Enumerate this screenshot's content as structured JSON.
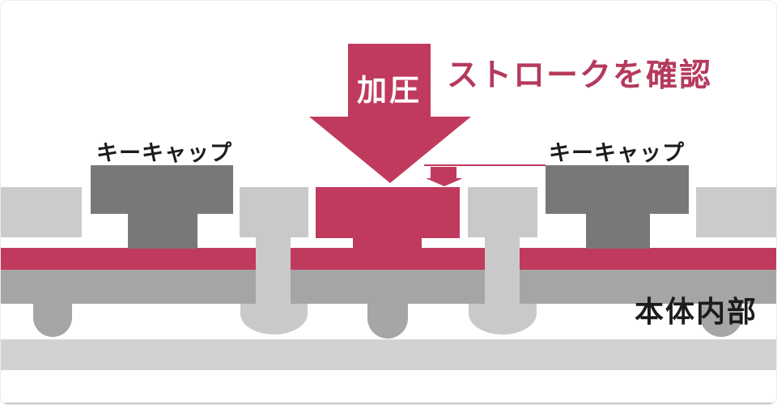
{
  "diagram": {
    "stroke_title": "ストロークを確認",
    "pressure_label": "加圧",
    "keycap_label_left": "キーキャップ",
    "keycap_label_right": "キーキャップ",
    "body_label": "本体内部"
  },
  "icons": {
    "pressure_arrow": "large-down-arrow",
    "stroke_arrow": "small-down-arrow"
  },
  "colors": {
    "accent": "#c03a5e",
    "accent_text": "#b53a5c",
    "keycap_dark": "#787878",
    "frame_light": "#cbcbcb",
    "plunger_light": "#c9c9c9",
    "support_gray": "#a5a5a5",
    "dome_gray": "#a6a6a6",
    "base_light": "#d2d2d2",
    "edge_strip": "#c9c9c9",
    "label_dark": "#1c1c1c",
    "card_border": "#ececec"
  }
}
